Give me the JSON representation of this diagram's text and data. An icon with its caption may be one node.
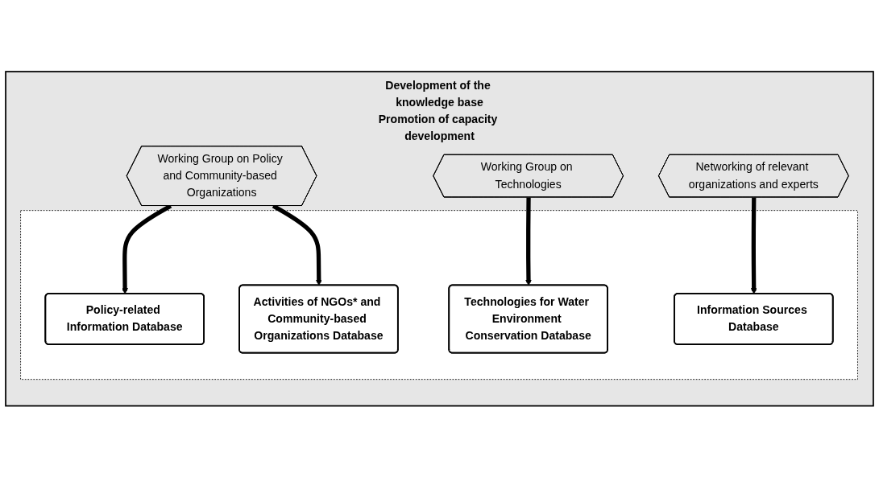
{
  "diagram": {
    "nodes": [
      {
        "text": [
          "Development of the knowledge base",
          "Promotion of capacity development"
        ]
      },
      {
        "text": [],
        "shape": "box",
        "in": 0
      },
      {
        "text": [
          "Working Group on Policy and Community-based Organizations"
        ],
        "in": 0
      },
      {
        "text": [
          "Policy-related Information Database"
        ],
        "in": 1
      },
      {
        "text": [
          "Technologies for Water Environment Conservation Database"
        ],
        "in": 1
      },
      {
        "text": [
          "Working Group on Technologies"
        ],
        "in": 0
      },
      {
        "text": [
          "Activities of NGOs* and Community-based Organizations Database"
        ],
        "in": 1
      },
      {
        "text": [
          "Information Sources Database"
        ],
        "in": 1
      },
      {
        "text": [
          "Networking of relevant organizations and experts"
        ],
        "in": 0
      }
    ],
    "edges": [
      {
        "from": 2,
        "to": 3,
        "arrow": "to"
      },
      {
        "from": 2,
        "to": 6,
        "arrow": "to"
      },
      {
        "from": 5,
        "to": 4,
        "arrow": "to"
      },
      {
        "from": 8,
        "to": 7,
        "arrow": "to"
      }
    ]
  }
}
